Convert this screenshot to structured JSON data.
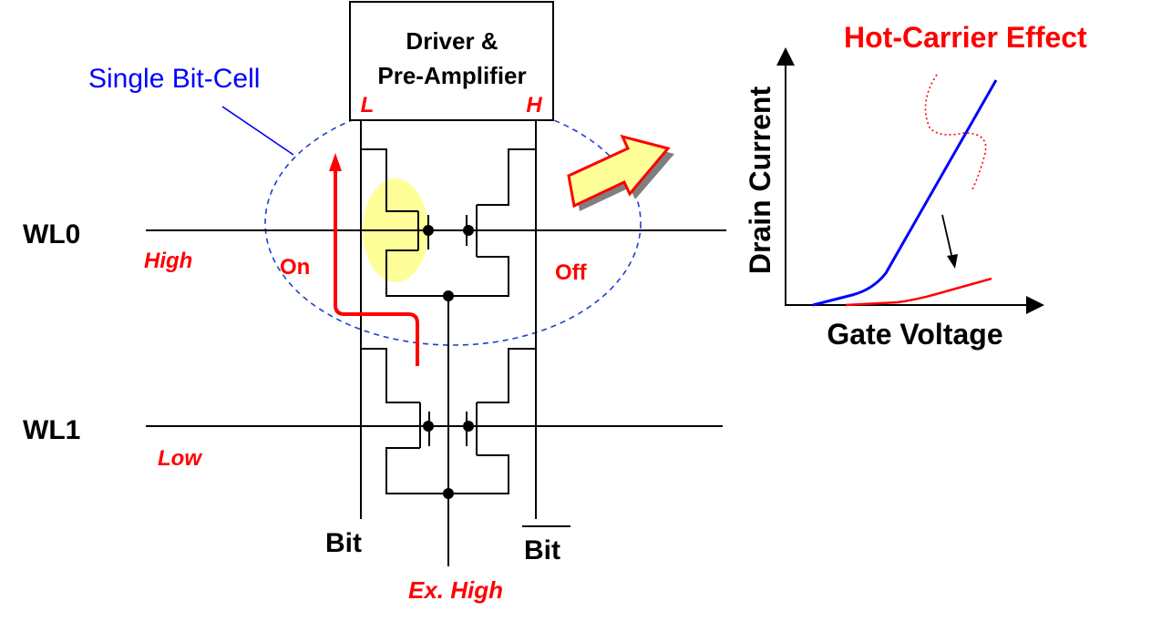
{
  "driver_box": {
    "line1": "Driver &",
    "line2": "Pre-Amplifier"
  },
  "single_bit_cell_label": "Single Bit-Cell",
  "driver_terminals": {
    "left": "L",
    "right": "H"
  },
  "word_lines": [
    {
      "name": "WL0",
      "state": "High"
    },
    {
      "name": "WL1",
      "state": "Low"
    }
  ],
  "transistor_states": {
    "left": "On",
    "right": "Off"
  },
  "bit_lines": {
    "bit": "Bit",
    "bit_bar": "Bit"
  },
  "ex_high_label": "Ex. High",
  "graph": {
    "title": "Hot-Carrier Effect",
    "xlabel": "Gate Voltage",
    "ylabel": "Drain Current"
  },
  "colors": {
    "black": "#000000",
    "red": "#ff0000",
    "blue": "#0000ff",
    "dashed_blue": "#1f3fcf",
    "highlight_yellow": "#ffff99",
    "arrow_fill": "#ffff99",
    "arrow_stroke": "#ff0000",
    "arrow_shadow": "#7f7f7f"
  }
}
